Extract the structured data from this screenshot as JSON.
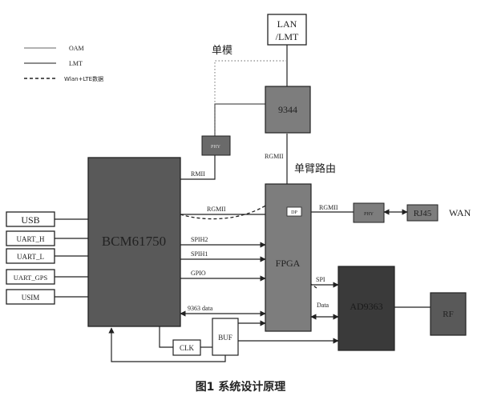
{
  "legend": {
    "oam": "OAM",
    "lmt": "LMT",
    "wlan_lte": "Wlan+LTE数据"
  },
  "blocks": {
    "lan_lmt_line1": "LAN",
    "lan_lmt_line2": "/LMT",
    "switch": "9344",
    "phy_left": "PHY",
    "bcm": "BCM61750",
    "fpga": "FPGA",
    "phy_right": "PHY",
    "rj45": "RJ45",
    "ad9363": "AD9363",
    "rf": "RF",
    "clk": "CLK",
    "buf": "BUF",
    "fpga_inner": "DP"
  },
  "interfaces": {
    "usb": "USB",
    "uart_h": "UART_H",
    "uart_l": "UART_L",
    "uart_gps": "UART_GPS",
    "usim": "USIM"
  },
  "signals": {
    "rmii": "RMII",
    "rgmii_vertical": "RGMII",
    "rgmii_bcm": "RGMII",
    "rgmii_fpga": "RGMII",
    "spih2": "SPIH2",
    "spih1": "SPIH1",
    "gpio": "GPIO",
    "data_9363": "9363 data",
    "spi": "SPI",
    "data": "Data",
    "wan": "WAN"
  },
  "annotations": {
    "single_mode": "单模",
    "single_arm_routing": "单臂路由"
  },
  "caption": "图1  系统设计原理",
  "colors": {
    "block_dark": "#595959",
    "block_mid": "#7d7d7d",
    "block_darker": "#3a3a3a",
    "line": "#222222"
  }
}
